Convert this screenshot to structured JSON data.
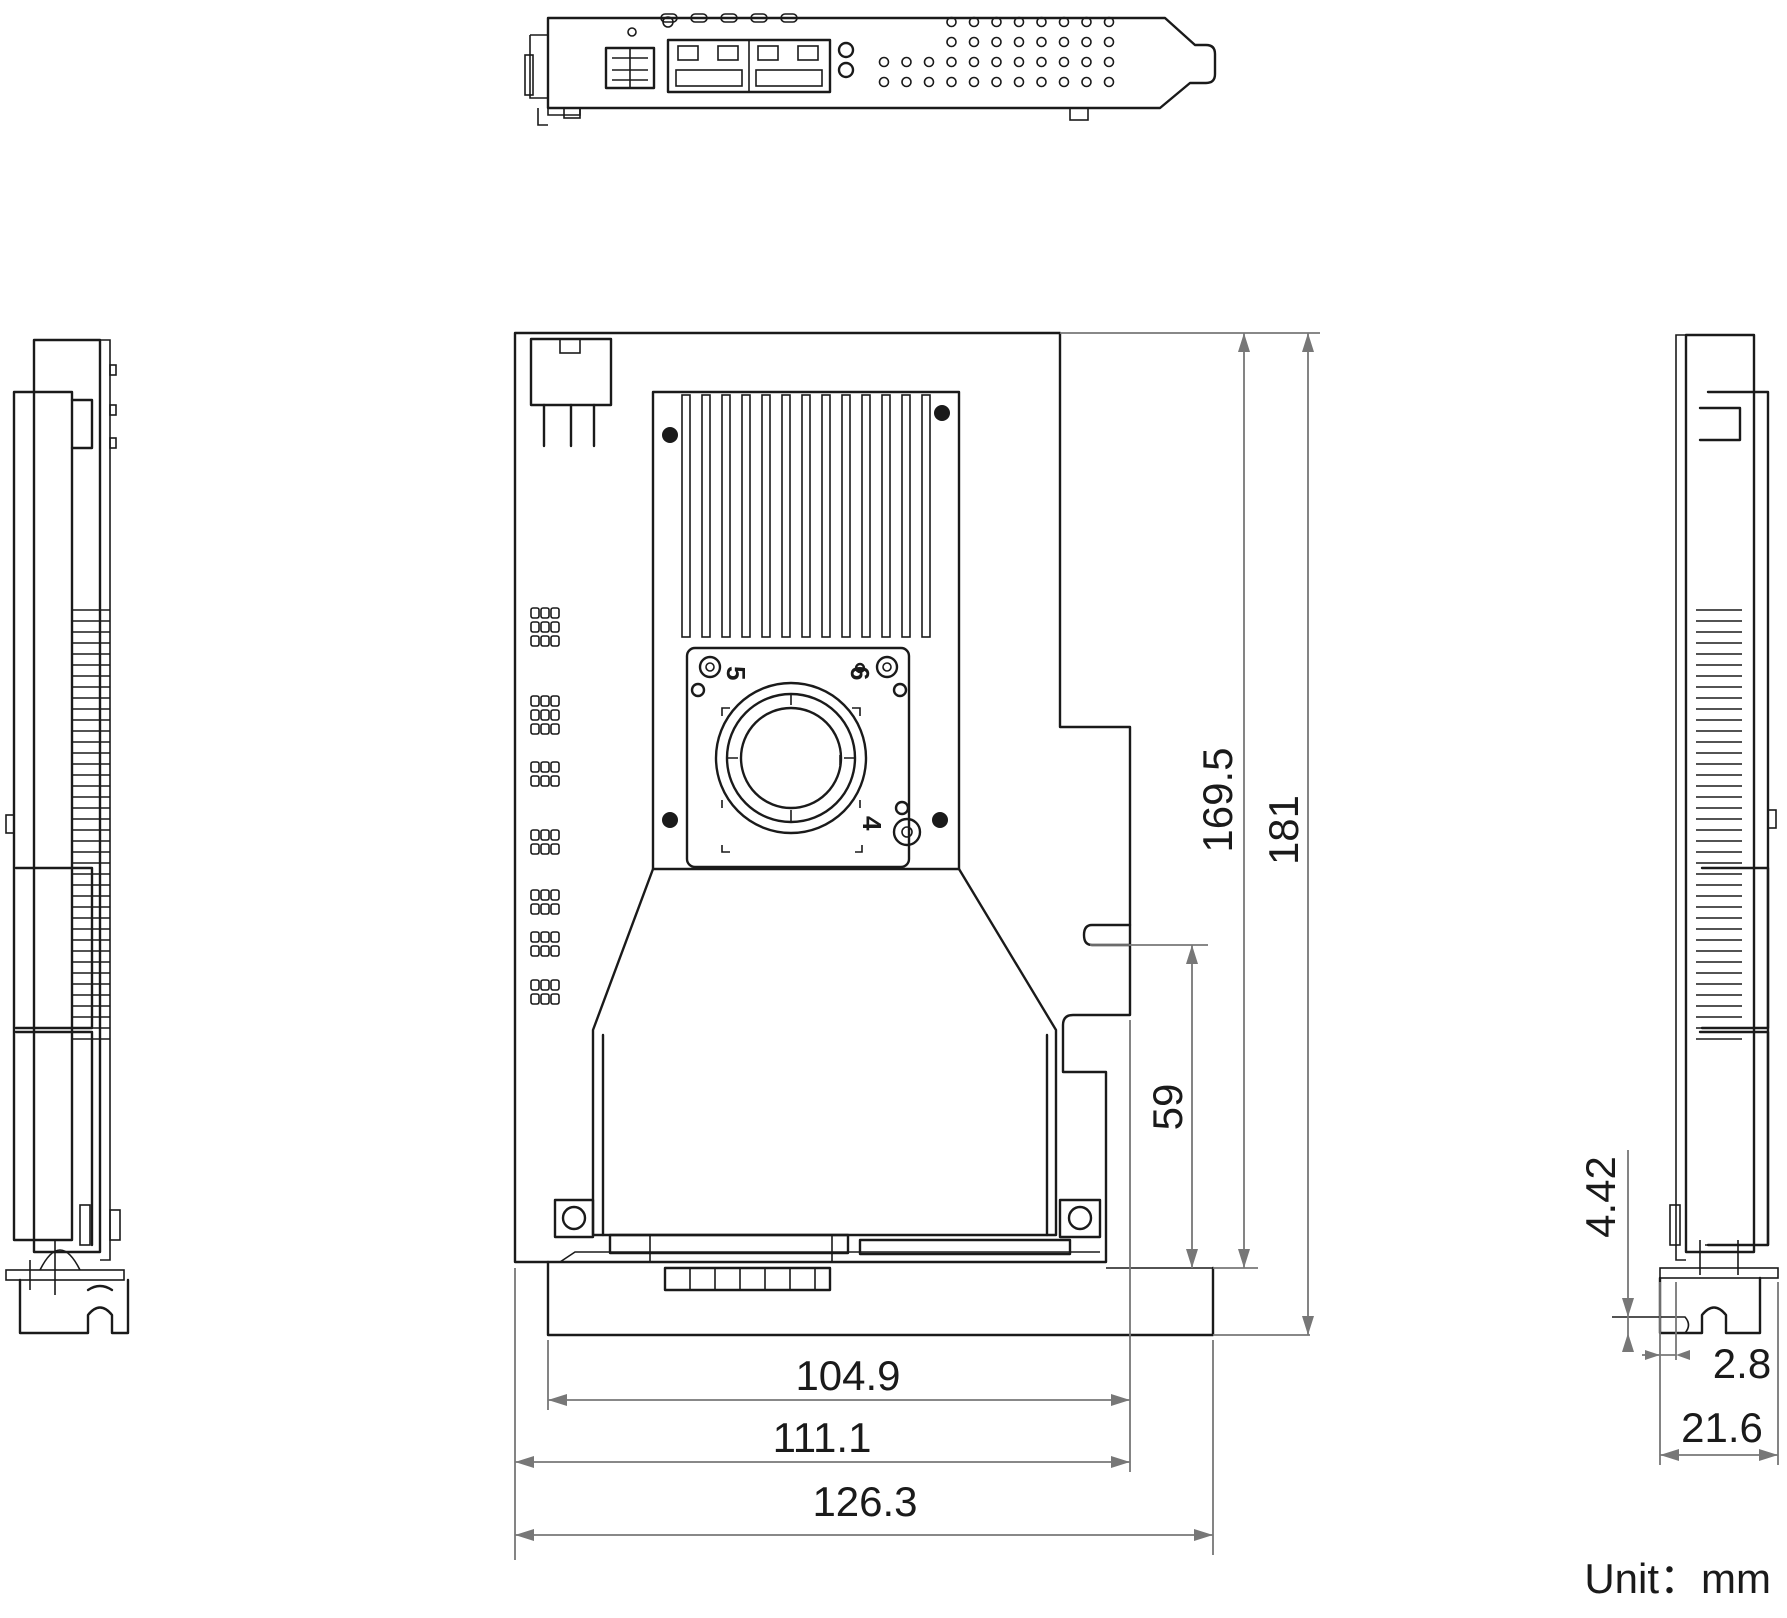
{
  "dimensions": {
    "width_104_9": "104.9",
    "width_111_1": "111.1",
    "width_126_3": "126.3",
    "height_169_5": "169.5",
    "height_181": "181",
    "height_59": "59",
    "side_4_42": "4.42",
    "side_2_8": "2.8",
    "side_21_6": "21.6"
  },
  "heatsink_labels": {
    "hole_5": "5",
    "hole_6": "6",
    "hole_4": "4"
  },
  "unit_label": "Unit：mm"
}
